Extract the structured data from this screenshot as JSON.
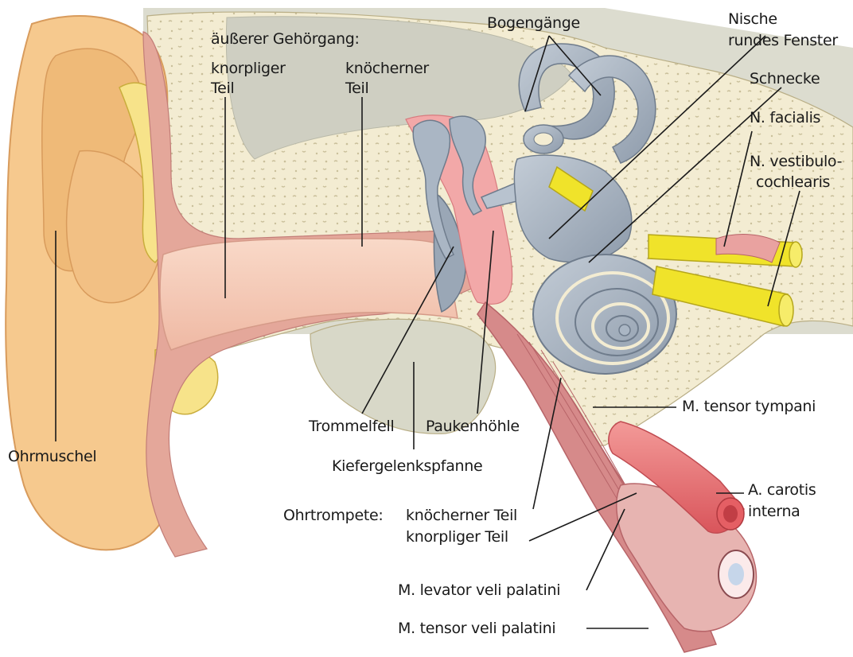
{
  "labels": {
    "gehoergang_heading": "äußerer Gehörgang:",
    "knorpliger_teil_1": "knorpliger",
    "knorpliger_teil_2": "Teil",
    "knoecherner_teil_1": "knöcherner",
    "knoecherner_teil_2": "Teil",
    "bogengaenge": "Bogengänge",
    "nische_1": "Nische",
    "nische_2": "rundes Fenster",
    "schnecke": "Schnecke",
    "n_facialis": "N. facialis",
    "n_vestibulo_1": "N. vestibulo-",
    "n_vestibulo_2": "cochlearis",
    "trommelfell": "Trommelfell",
    "paukenhoehle": "Paukenhöhle",
    "m_tensor_tympani": "M. tensor tympani",
    "ohrmuschel": "Ohrmuschel",
    "kiefergelenkspfanne": "Kiefergelenkspfanne",
    "a_carotis_1": "A. carotis",
    "a_carotis_2": "interna",
    "ohrtrompete": "Ohrtrompete:",
    "ohrtrompete_knoechern": "knöcherner Teil",
    "ohrtrompete_knorplig": "knorpliger Teil",
    "m_levator": "M. levator veli palatini",
    "m_tensor_veli": "M. tensor veli palatini"
  },
  "colors": {
    "skin": "#f6c98e",
    "skin_dark": "#e9b070",
    "bone": "#f3ecd2",
    "bone_dot": "#c9bf9a",
    "canal": "#f6cdb8",
    "muscle": "#d68a8a",
    "muscle_dark": "#b76468",
    "labyrinth": "#aab6c4",
    "labyrinth_dark": "#7d8b9b",
    "nerve": "#f0e32a",
    "artery": "#ea6f72",
    "cartilage": "#f7e38a",
    "gray_bg": "#dcdccf"
  }
}
